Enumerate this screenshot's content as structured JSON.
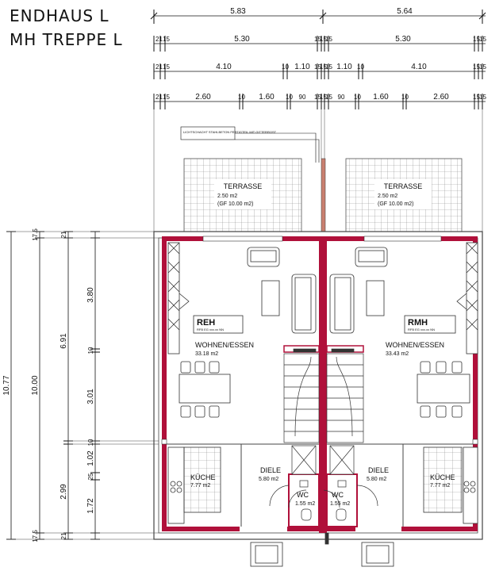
{
  "header": {
    "line1": "ENDHAUS L",
    "line2": "MH TREPPE L"
  },
  "dimensions_top": {
    "row1": [
      "5.83",
      "5.64"
    ],
    "row2": [
      "21",
      "15",
      "5.30",
      "15",
      "15",
      "15",
      "5.30",
      "15",
      "15"
    ],
    "row3": [
      "21",
      "15",
      "4.10",
      "10",
      "1.10",
      "15",
      "15",
      "15",
      "1.10",
      "10",
      "4.10",
      "15",
      "15"
    ],
    "row4": [
      "21",
      "15",
      "2.60",
      "10",
      "1.60",
      "10",
      "90",
      "15",
      "15",
      "15",
      "90",
      "10",
      "1.60",
      "10",
      "2.60",
      "15",
      "15"
    ]
  },
  "dimensions_left": {
    "total": "10.77",
    "middle": "10.00",
    "upper": "6.91",
    "living": "3.80",
    "hall": "3.01",
    "kitchen": "2.99",
    "k1": "1.02",
    "k2": "1.72",
    "small": [
      "17.5",
      "21",
      "10",
      "10",
      "25",
      "21",
      "17.5"
    ]
  },
  "note": "LICHTSCHACHT STAHLBETON FERTIGTEIL MIT GITTERROST",
  "terraces": [
    {
      "title": "TERRASSE",
      "area": "2.50 m2",
      "gf": "(GF 10.00 m2)"
    },
    {
      "title": "TERRASSE",
      "area": "2.50 m2",
      "gf": "(GF 10.00 m2)"
    }
  ],
  "units": [
    {
      "code": "REH",
      "sub": "RFB EG xxx.xx NN",
      "room": "WOHNEN/ESSEN",
      "area": "33.18 m2"
    },
    {
      "code": "RMH",
      "sub": "RFB EG xxx.xx NN",
      "room": "WOHNEN/ESSEN",
      "area": "33.43 m2"
    }
  ],
  "rooms": {
    "kitchen_left": {
      "name": "KÜCHE",
      "area": "7.77 m2"
    },
    "kitchen_right": {
      "name": "KÜCHE",
      "area": "7.77 m2"
    },
    "hall_left": {
      "name": "DIELE",
      "area": "5.80 m2"
    },
    "hall_right": {
      "name": "DIELE",
      "area": "5.80 m2"
    },
    "wc_left": {
      "name": "WC",
      "area": "1.55 m2"
    },
    "wc_right": {
      "name": "WC",
      "area": "1.55 m2"
    }
  },
  "colors": {
    "wall": "#b0103a",
    "line": "#111111",
    "hatch": "#777777"
  }
}
